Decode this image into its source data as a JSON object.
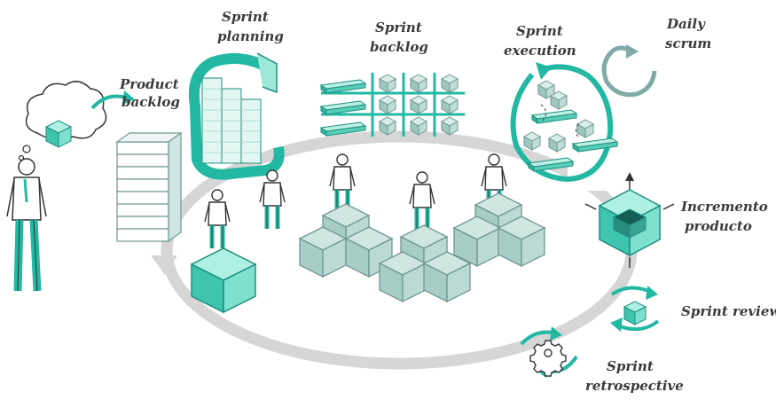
{
  "colors": {
    "teal": "#22b8a2",
    "teal_dark": "#1d8f80",
    "cube_face": "#b9ddd6",
    "cube_stroke": "#6f9893",
    "cycle": "#d6d6d6",
    "scrum_arrow": "#7faaa7",
    "text": "#3a3a3a"
  },
  "labels": {
    "product_backlog_1": "Product",
    "product_backlog_2": "backlog",
    "sprint_planning_1": "Sprint",
    "sprint_planning_2": "planning",
    "sprint_backlog_1": "Sprint",
    "sprint_backlog_2": "backlog",
    "sprint_execution_1": "Sprint",
    "sprint_execution_2": "execution",
    "daily_scrum_1": "Daily",
    "daily_scrum_2": "scrum",
    "increment_1": "Incremento",
    "increment_2": "producto",
    "sprint_review": "Sprint review",
    "sprint_retro_1": "Sprint",
    "sprint_retro_2": "retrospective"
  },
  "icons": [
    "thought-cloud-icon",
    "cube-icon",
    "gear-icon",
    "cycle-arrow-icon",
    "person-icon"
  ]
}
